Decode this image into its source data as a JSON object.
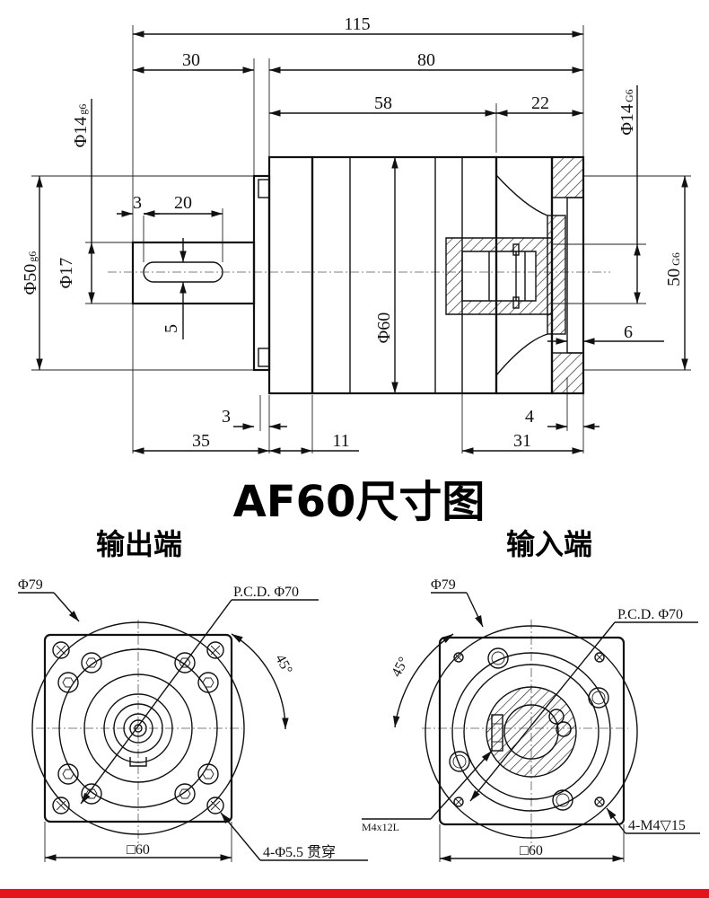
{
  "title": "AF60尺寸图",
  "output_end_label": "输出端",
  "input_end_label": "输入端",
  "side_view": {
    "dims": {
      "overall_length": "115",
      "shaft_length": "30",
      "body_length": "80",
      "body_front": "58",
      "body_rear": "22",
      "key_offset": "3",
      "key_length": "20",
      "key_width": "5",
      "shaft_dia": "Φ14",
      "shaft_dia_tol": "g6",
      "pilot_dia": "Φ50",
      "pilot_dia_tol": "g6",
      "shaft_step_dia": "Φ17",
      "body_dia": "Φ60",
      "input_bore_dia": "Φ14",
      "input_bore_tol": "G6",
      "input_pilot": "50",
      "input_pilot_tol": "G6",
      "input_depth": "6",
      "flange_thk": "3",
      "output_len": "35",
      "ring_width": "11",
      "rear_recess": "4",
      "rear_len": "31"
    }
  },
  "output_view": {
    "dia_outer": "Φ79",
    "pcd": "P.C.D. Φ70",
    "angle": "45°",
    "square": "□60",
    "holes": "4-Φ5.5 贯穿"
  },
  "input_view": {
    "dia_outer": "Φ79",
    "pcd": "P.C.D. Φ70",
    "angle": "45°",
    "square": "□60",
    "screw": "M4x12L",
    "threads": "4-M4▽15"
  },
  "colors": {
    "accent_bar": "#e3141b",
    "line": "#111111"
  }
}
